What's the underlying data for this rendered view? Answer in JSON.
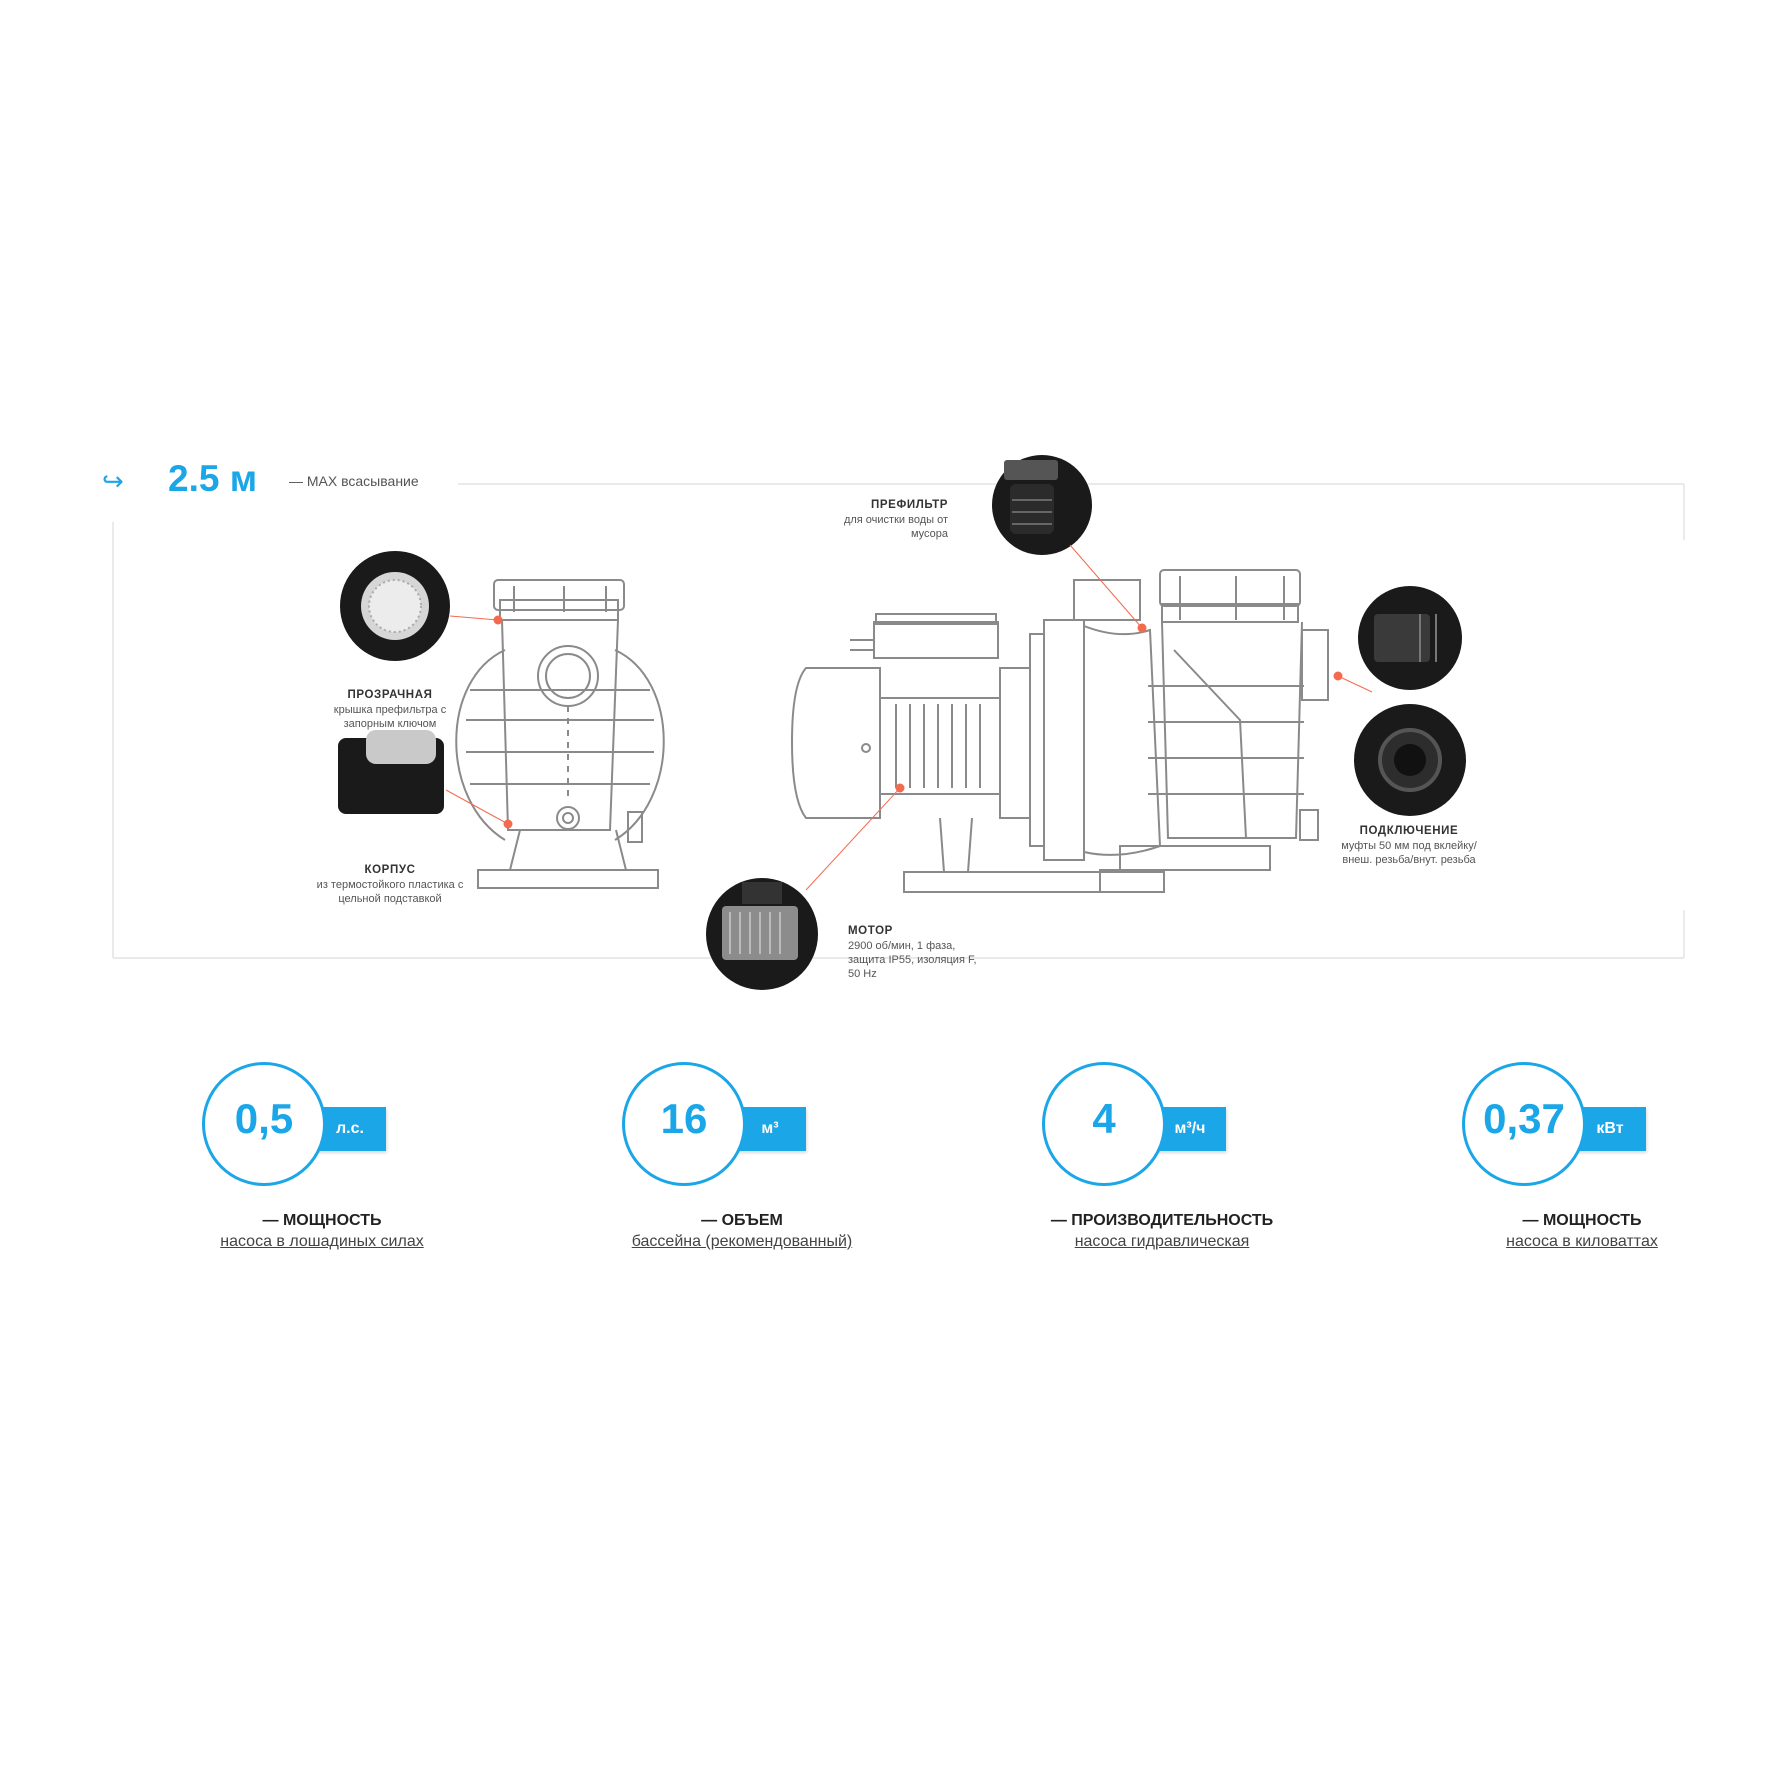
{
  "suction": {
    "arrow_icon": "↪",
    "value": "2.5 м",
    "desc": "— MAX всасывание"
  },
  "callouts": {
    "prefilter": {
      "title": "ПРЕФИЛЬТР",
      "l1": "для очистки воды от",
      "l2": "мусора"
    },
    "lid": {
      "title": "ПРОЗРАЧНАЯ",
      "l1": "крышка префильтра с",
      "l2": "запорным ключом"
    },
    "body": {
      "title": "КОРПУС",
      "l1": "из термостойкого пластика с",
      "l2": "цельной подставкой"
    },
    "motor": {
      "title": "МОТОР",
      "l1": "2900 об/мин, 1 фаза,",
      "l2": "защита IP55, изоляция F,",
      "l3": "50 Hz"
    },
    "connection": {
      "title": "ПОДКЛЮЧЕНИЕ",
      "l1": "муфты 50 мм под вклейку/",
      "l2": "внеш. резьба/внут. резьба"
    }
  },
  "stats": [
    {
      "value": "0,5",
      "unit": "л.с.",
      "title": "— МОЩНОСТЬ",
      "subtitle": "насоса в лошадиных силах"
    },
    {
      "value": "16",
      "unit": "м³",
      "title": "— ОБЪЕМ",
      "subtitle": "бассейна (рекомендованный)"
    },
    {
      "value": "4",
      "unit": "м³/ч",
      "title": "— ПРОИЗВОДИТЕЛЬНОСТЬ",
      "subtitle": "насоса гидравлическая"
    },
    {
      "value": "0,37",
      "unit": "кВт",
      "title": "— МОЩНОСТЬ",
      "subtitle": "насоса в киловаттах"
    }
  ],
  "colors": {
    "accent": "#1ba6e8",
    "callout_line": "#f26b4f"
  }
}
